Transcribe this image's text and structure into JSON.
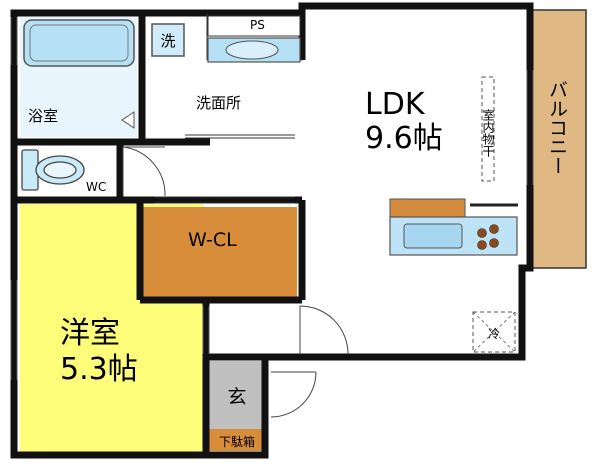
{
  "labels": {
    "bath": "浴室",
    "washbasin_icon": "洗",
    "washroom": "洗面所",
    "ps": "PS",
    "wc": "WC",
    "ldk_name": "LDK",
    "ldk_size": "9.6帖",
    "storage": "室内物干",
    "balcony": "バルコニー",
    "wcl": "W-CL",
    "western_name": "洋室",
    "western_size": "5.3帖",
    "entrance": "玄",
    "shoe_box": "下駄箱",
    "fridge": "冷"
  },
  "colors": {
    "wall": "#111111",
    "western_room": "#fdfd7a",
    "wcl": "#d88d3a",
    "balcony": "#dfb883",
    "counter_top": "#d48b3e",
    "kitchen": "#bfe3f6",
    "bath_tub": "#b5e0f5",
    "bath_floor": "#e8f5fc",
    "entrance_floor": "#c0c0c0",
    "shoe_box": "#d88d3a",
    "burner": "#8b4a1a"
  }
}
